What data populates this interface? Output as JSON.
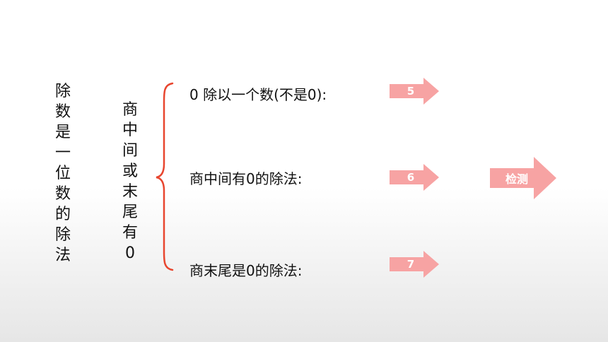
{
  "left_title_chars": [
    "除",
    "数",
    "是",
    "一",
    "位",
    "数",
    "的",
    "除",
    "法"
  ],
  "sub_title_chars": [
    "商",
    "中",
    "间",
    "或",
    "末",
    "尾",
    "有",
    "0"
  ],
  "items": [
    {
      "label": "0 除以一个数(不是0):",
      "button": "5"
    },
    {
      "label": "商中间有0的除法:",
      "button": "6"
    },
    {
      "label": "商末尾是0的除法:",
      "button": "7"
    }
  ],
  "check_button": "检测",
  "colors": {
    "brace": "#e8462f",
    "arrow": "#f7a3a3",
    "text": "#111111"
  }
}
